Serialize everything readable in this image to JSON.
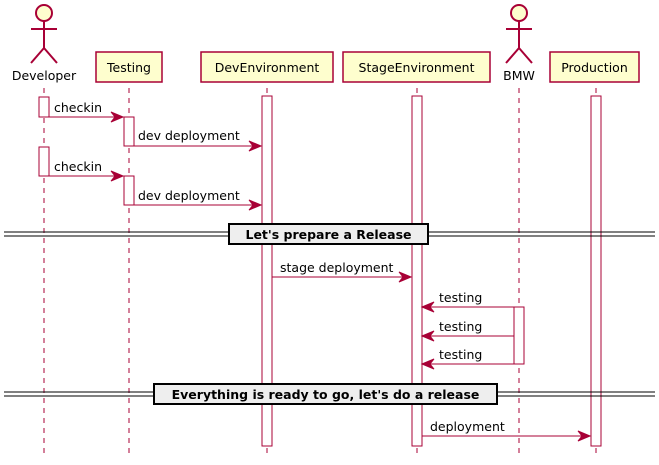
{
  "participants": [
    {
      "id": "developer",
      "label": "Developer",
      "kind": "actor"
    },
    {
      "id": "testing",
      "label": "Testing",
      "kind": "box"
    },
    {
      "id": "devenv",
      "label": "DevEnvironment",
      "kind": "box"
    },
    {
      "id": "stageenv",
      "label": "StageEnvironment",
      "kind": "box"
    },
    {
      "id": "bmw",
      "label": "BMW",
      "kind": "actor"
    },
    {
      "id": "production",
      "label": "Production",
      "kind": "box"
    }
  ],
  "messages": [
    {
      "from": "developer",
      "to": "testing",
      "label": "checkin"
    },
    {
      "from": "testing",
      "to": "devenv",
      "label": "dev deployment"
    },
    {
      "from": "developer",
      "to": "testing",
      "label": "checkin"
    },
    {
      "from": "testing",
      "to": "devenv",
      "label": "dev deployment"
    },
    {
      "from": "devenv",
      "to": "stageenv",
      "label": "stage deployment"
    },
    {
      "from": "bmw",
      "to": "stageenv",
      "label": "testing"
    },
    {
      "from": "bmw",
      "to": "stageenv",
      "label": "testing"
    },
    {
      "from": "bmw",
      "to": "stageenv",
      "label": "testing"
    },
    {
      "from": "stageenv",
      "to": "production",
      "label": "deployment"
    }
  ],
  "separators": [
    {
      "label": "Let's prepare a Release"
    },
    {
      "label": "Everything is ready to go, let's do a release"
    }
  ],
  "colors": {
    "line": "#a80036",
    "participant_fill": "#fefece",
    "separator_fill": "#eeeeee"
  }
}
